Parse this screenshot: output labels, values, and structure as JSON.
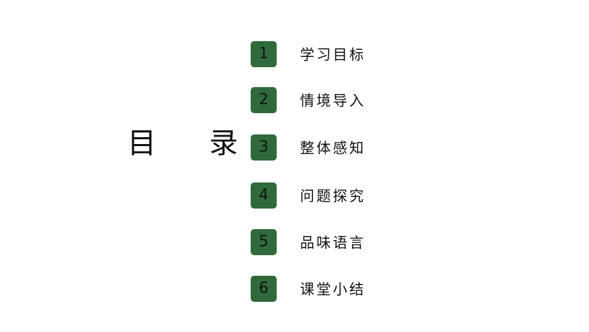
{
  "title": "目 录",
  "accent_color": "#2f6b3a",
  "items": [
    {
      "number": "1",
      "label": "学习目标"
    },
    {
      "number": "2",
      "label": "情境导入"
    },
    {
      "number": "3",
      "label": "整体感知"
    },
    {
      "number": "4",
      "label": "问题探究"
    },
    {
      "number": "5",
      "label": "品味语言"
    },
    {
      "number": "6",
      "label": "课堂小结"
    }
  ]
}
